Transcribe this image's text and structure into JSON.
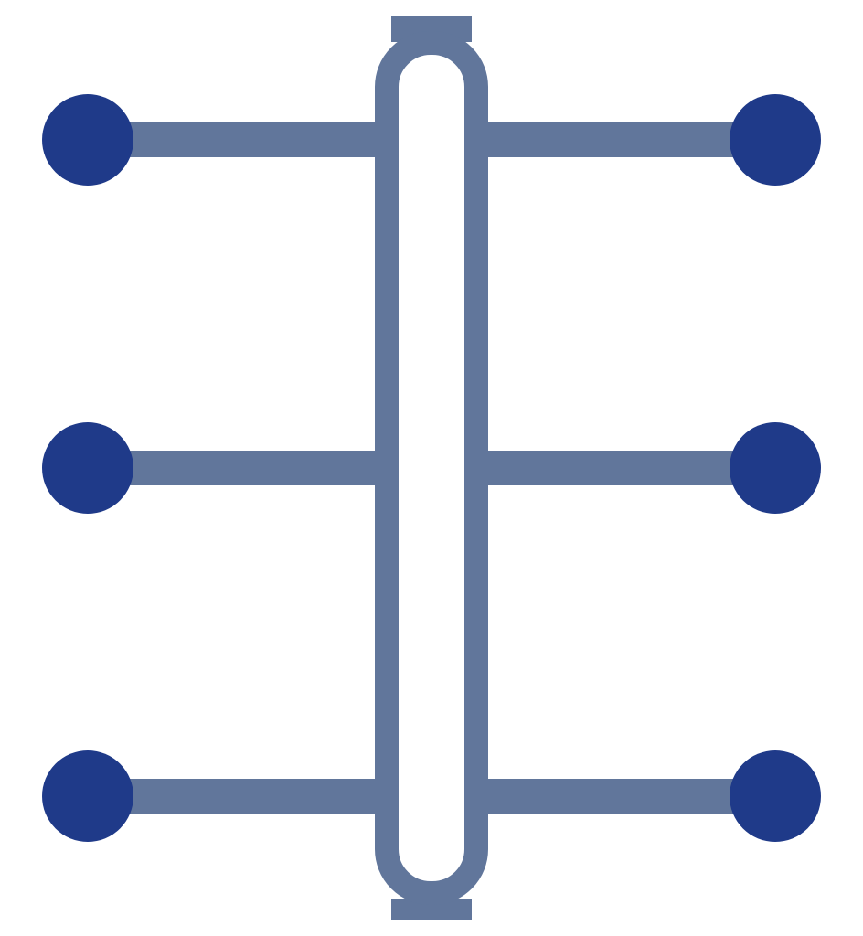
{
  "diagram": {
    "kind": "manifold-with-branches",
    "icon": "manifold-icon",
    "colors": {
      "background": "#ffffff",
      "manifold_stroke": "#61769B",
      "branch_stroke": "#61769B",
      "node_fill": "#1F3A89",
      "manifold_fill": "#ffffff"
    },
    "rows": [
      {
        "left_node": "node",
        "right_node": "node"
      },
      {
        "left_node": "node",
        "right_node": "node"
      },
      {
        "left_node": "node",
        "right_node": "node"
      }
    ]
  }
}
